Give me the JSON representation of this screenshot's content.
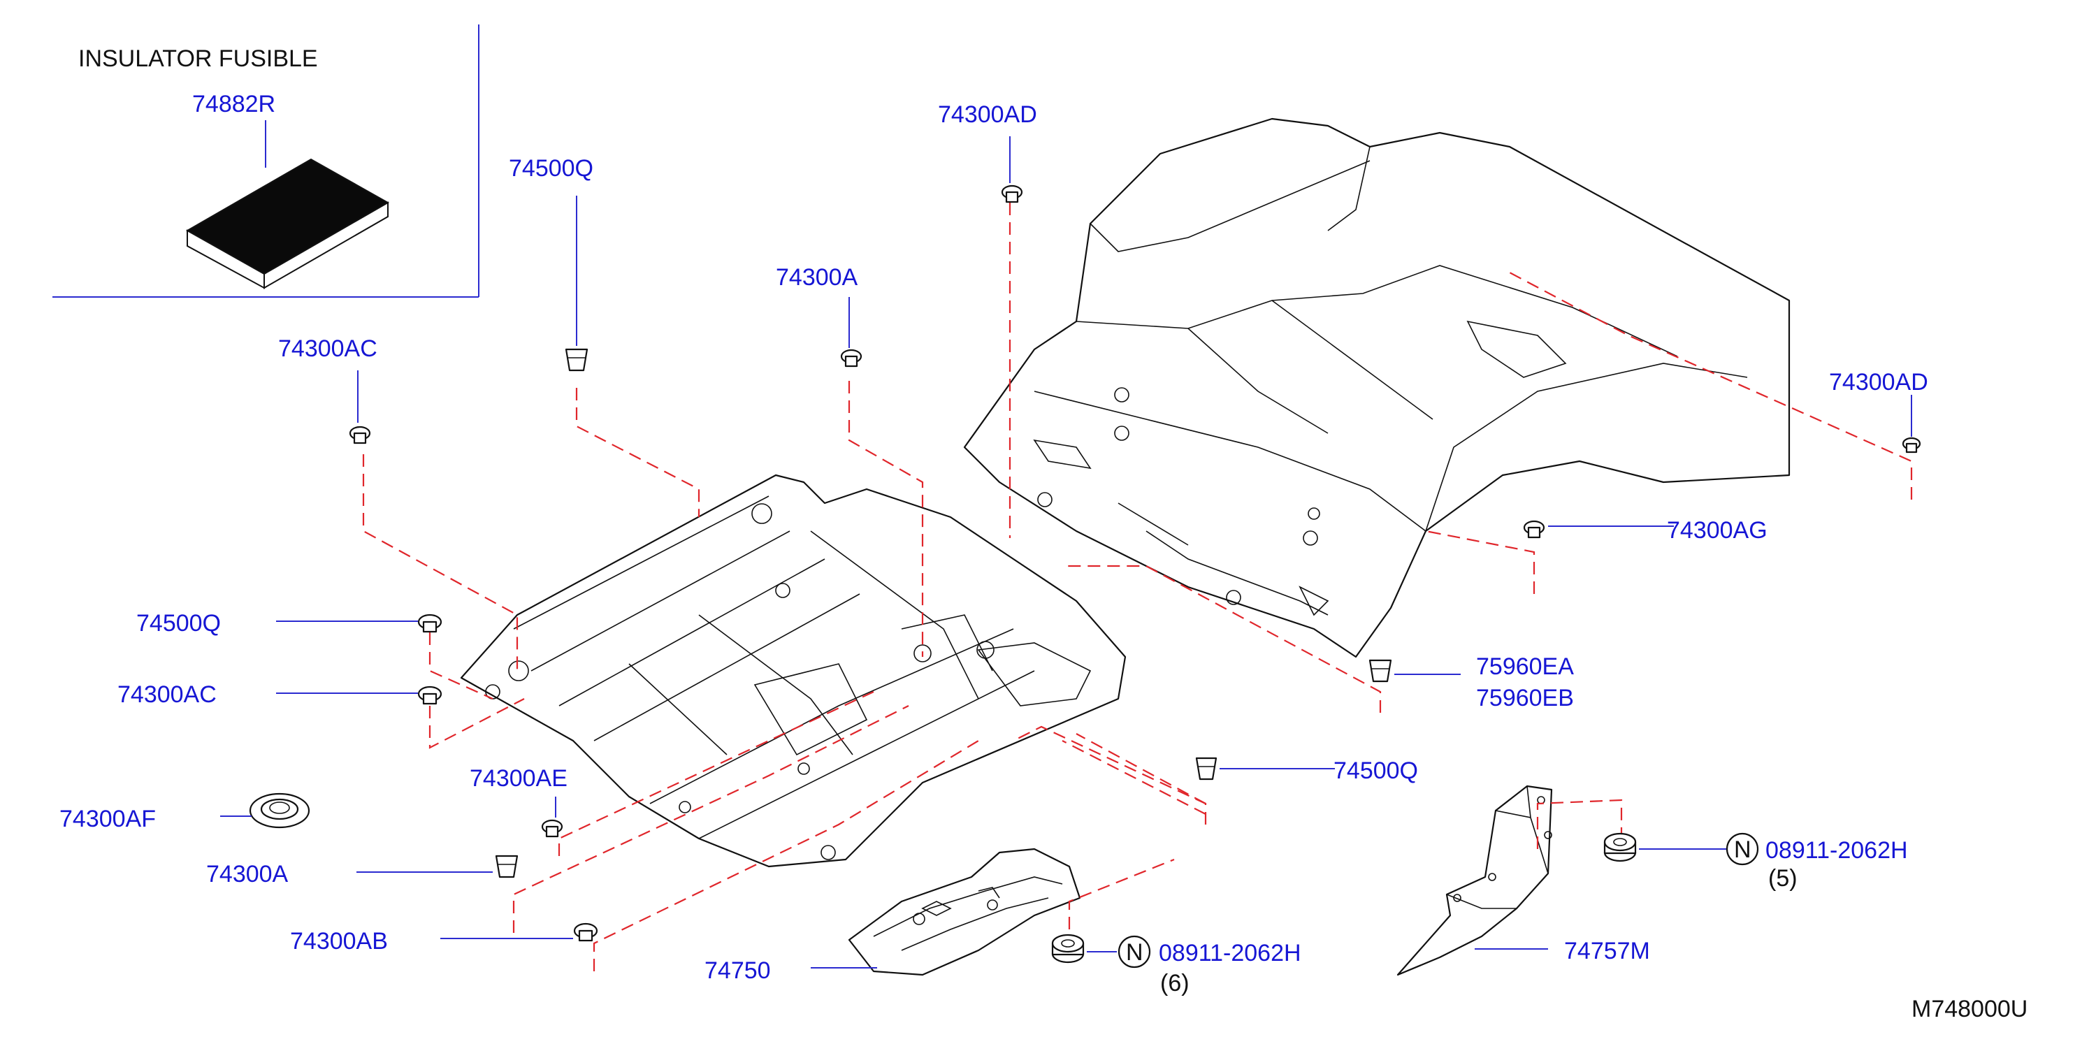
{
  "diagram": {
    "section_title": "INSULATOR  FUSIBLE",
    "code": "M748000U",
    "colors": {
      "part_label": "#1616d4",
      "dash_line": "#e0262b",
      "leader": "#2b2bd0",
      "drawing": "#111111"
    },
    "labels": {
      "p74882R": "74882R",
      "p74500Q_top": "74500Q",
      "p74300AD_top": "74300AD",
      "p74300A_top": "74300A",
      "p74300AC_top": "74300AC",
      "p74300AD_right": "74300AD",
      "p74300AG": "74300AG",
      "p74500Q_left": "74500Q",
      "p74300AC_left": "74300AC",
      "p75960EA": "75960EA",
      "p75960EB": "75960EB",
      "p74500Q_right": "74500Q",
      "p74300AE": "74300AE",
      "p74300AF": "74300AF",
      "p74300A_left": "74300A",
      "p74300AB": "74300AB",
      "p74750": "74750",
      "nut_a": "08911-2062H",
      "nut_a_qty": "(6)",
      "nut_b": "08911-2062H",
      "nut_b_qty": "(5)",
      "p74757M": "74757M",
      "n_symbol": "N"
    }
  }
}
